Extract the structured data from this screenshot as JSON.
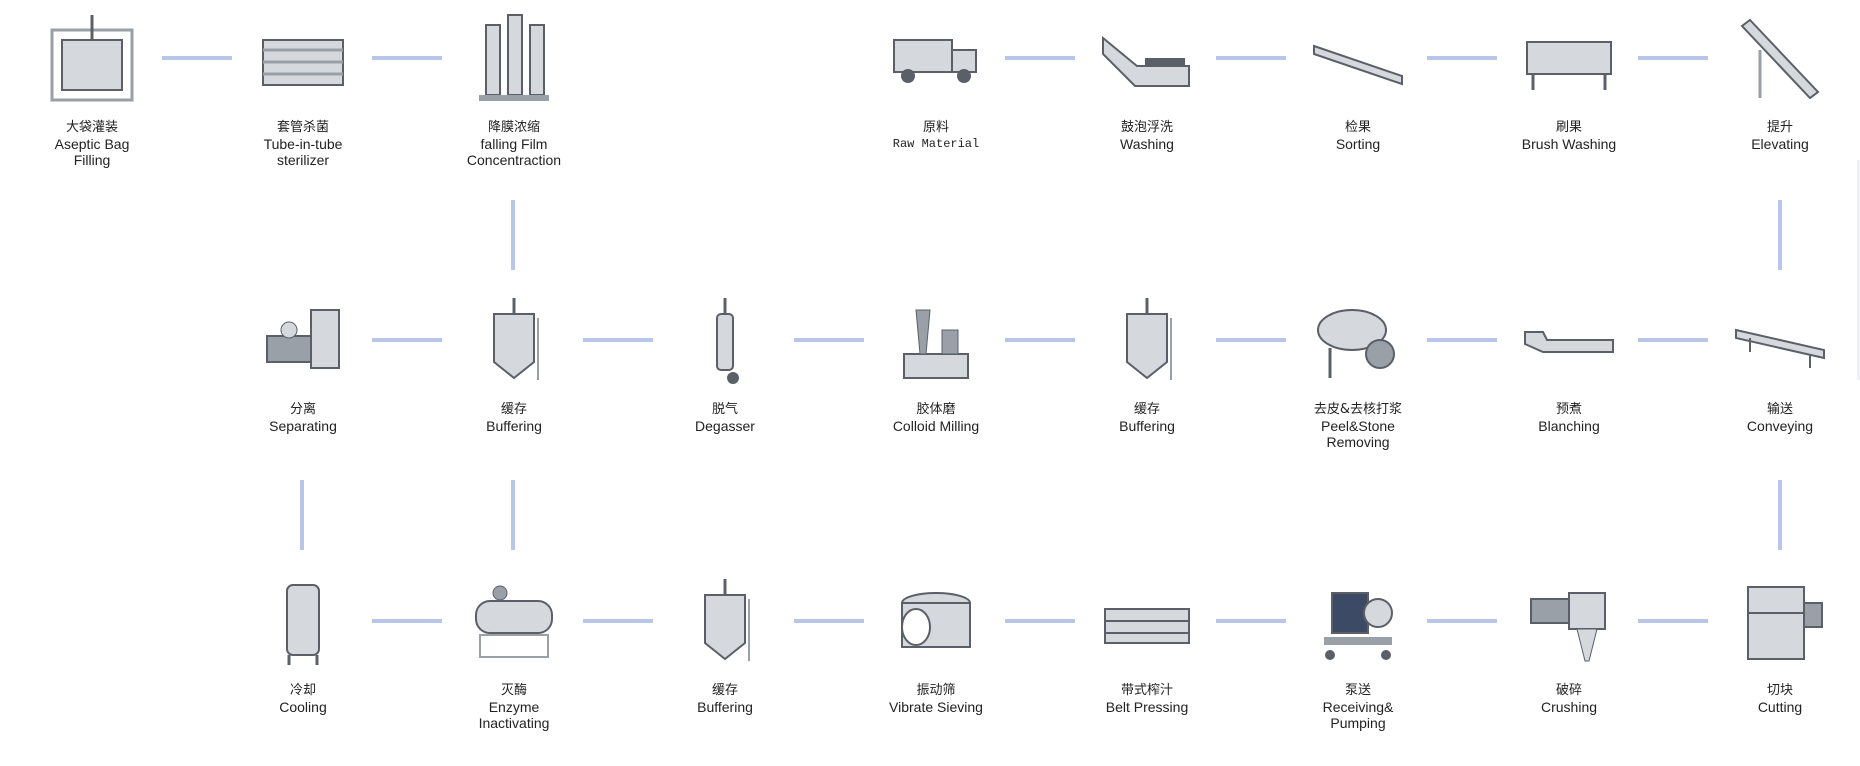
{
  "colors": {
    "connector": "#b8c6ea",
    "machine_dark": "#5b6068",
    "machine_mid": "#9aa0a8",
    "machine_light": "#d5d9de"
  },
  "nodes": [
    {
      "id": "aseptic-bag-filling",
      "zh": "大袋灌装",
      "en": "Aseptic Bag\nFilling",
      "icon": "frame-icon"
    },
    {
      "id": "tube-in-tube-sterilizer",
      "zh": "套管杀菌",
      "en": "Tube-in-tube\nsterilizer",
      "icon": "tube-bundle-icon"
    },
    {
      "id": "falling-film-concentraction",
      "zh": "降膜浓缩",
      "en": "falling Film\nConcentraction",
      "icon": "tower-icon"
    },
    {
      "id": "raw-material",
      "zh": "原料",
      "en": "Raw Material",
      "icon": "truck-icon",
      "mono": true
    },
    {
      "id": "washing",
      "zh": "鼓泡浮洗",
      "en": "Washing",
      "icon": "washer-icon"
    },
    {
      "id": "sorting",
      "zh": "检果",
      "en": "Sorting",
      "icon": "belt-icon"
    },
    {
      "id": "brush-washing",
      "zh": "刷果",
      "en": "Brush Washing",
      "icon": "brush-box-icon"
    },
    {
      "id": "elevating",
      "zh": "提升",
      "en": "Elevating",
      "icon": "elevator-icon"
    },
    {
      "id": "separating",
      "zh": "分离",
      "en": "Separating",
      "icon": "separator-icon"
    },
    {
      "id": "buffering-1",
      "zh": "缓存",
      "en": "Buffering",
      "icon": "tank-icon"
    },
    {
      "id": "degasser",
      "zh": "脱气",
      "en": "Degasser",
      "icon": "degasser-icon"
    },
    {
      "id": "colloid-milling",
      "zh": "胶体磨",
      "en": "Colloid Milling",
      "icon": "mill-icon"
    },
    {
      "id": "buffering-2",
      "zh": "缓存",
      "en": "Buffering",
      "icon": "tank-icon"
    },
    {
      "id": "peel-stone-removing",
      "zh": "去皮&去核打浆",
      "en": "Peel&Stone\nRemoving",
      "icon": "pulper-icon"
    },
    {
      "id": "blanching",
      "zh": "预煮",
      "en": "Blanching",
      "icon": "blancher-icon"
    },
    {
      "id": "conveying",
      "zh": "输送",
      "en": "Conveying",
      "icon": "conveyor-icon"
    },
    {
      "id": "cooling",
      "zh": "冷却",
      "en": "Cooling",
      "icon": "tall-tank-icon"
    },
    {
      "id": "enzyme-inactivating",
      "zh": "灭酶",
      "en": "Enzyme\nInactivating",
      "icon": "heater-icon"
    },
    {
      "id": "buffering-3",
      "zh": "缓存",
      "en": "Buffering",
      "icon": "tank-icon"
    },
    {
      "id": "vibrate-sieving",
      "zh": "振动筛",
      "en": "Vibrate Sieving",
      "icon": "sieve-icon"
    },
    {
      "id": "belt-pressing",
      "zh": "带式榨汁",
      "en": "Belt Pressing",
      "icon": "press-icon"
    },
    {
      "id": "receiving-pumping",
      "zh": "泵送",
      "en": "Receiving&\nPumping",
      "icon": "pump-icon"
    },
    {
      "id": "crushing",
      "zh": "破碎",
      "en": "Crushing",
      "icon": "crusher-icon"
    },
    {
      "id": "cutting",
      "zh": "切块",
      "en": "Cutting",
      "icon": "cutter-icon"
    }
  ]
}
